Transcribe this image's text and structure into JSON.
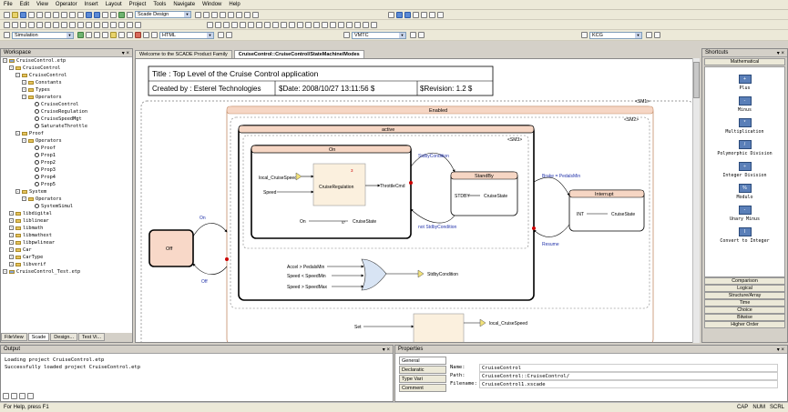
{
  "menu": [
    "File",
    "Edit",
    "View",
    "Operator",
    "Insert",
    "Layout",
    "Project",
    "Tools",
    "Navigate",
    "Window",
    "Help"
  ],
  "toolbar": {
    "design_combo": "Scade Design",
    "simulation_combo": "Simulation",
    "html_combo": "HTML",
    "vmtc_combo": "VMTC",
    "kcg_combo": "KCG"
  },
  "workspace": {
    "title": "Workspace",
    "tree": [
      {
        "text": "CruiseControl.etp",
        "level": 0,
        "icon": "project"
      },
      {
        "text": "CruiseControl",
        "level": 1,
        "icon": "folder"
      },
      {
        "text": "CruiseControl",
        "level": 2,
        "icon": "folder"
      },
      {
        "text": "Constants",
        "level": 3,
        "icon": "folder"
      },
      {
        "text": "Types",
        "level": 3,
        "icon": "folder"
      },
      {
        "text": "Operators",
        "level": 3,
        "icon": "folder"
      },
      {
        "text": "CruiseControl",
        "level": 4,
        "icon": "op"
      },
      {
        "text": "CruiseRegulation",
        "level": 4,
        "icon": "op"
      },
      {
        "text": "CruiseSpeedMgt",
        "level": 4,
        "icon": "op"
      },
      {
        "text": "SaturateThrottle",
        "level": 4,
        "icon": "op"
      },
      {
        "text": "Proof",
        "level": 2,
        "icon": "folder"
      },
      {
        "text": "Operators",
        "level": 3,
        "icon": "folder"
      },
      {
        "text": "Proof",
        "level": 4,
        "icon": "op"
      },
      {
        "text": "Prop1",
        "level": 4,
        "icon": "op"
      },
      {
        "text": "Prop2",
        "level": 4,
        "icon": "op"
      },
      {
        "text": "Prop3",
        "level": 4,
        "icon": "op"
      },
      {
        "text": "Prop4",
        "level": 4,
        "icon": "op"
      },
      {
        "text": "Prop5",
        "level": 4,
        "icon": "op"
      },
      {
        "text": "System",
        "level": 2,
        "icon": "folder"
      },
      {
        "text": "Operators",
        "level": 3,
        "icon": "folder"
      },
      {
        "text": "SystemSimul",
        "level": 4,
        "icon": "op"
      },
      {
        "text": "libdigital",
        "level": 1,
        "icon": "folder"
      },
      {
        "text": "liblinear",
        "level": 1,
        "icon": "folder"
      },
      {
        "text": "libmath",
        "level": 1,
        "icon": "folder"
      },
      {
        "text": "libmathext",
        "level": 1,
        "icon": "folder"
      },
      {
        "text": "libpwlinear",
        "level": 1,
        "icon": "folder"
      },
      {
        "text": "Car",
        "level": 1,
        "icon": "folder"
      },
      {
        "text": "CarType",
        "level": 1,
        "icon": "folder"
      },
      {
        "text": "libverif",
        "level": 1,
        "icon": "folder"
      },
      {
        "text": "CruiseControl_Test.etp",
        "level": 0,
        "icon": "project"
      }
    ],
    "tabs": [
      "FileView",
      "Scade",
      "Design...",
      "Test Vi..."
    ]
  },
  "doc_tabs": [
    "Welcome to the SCADE Product Family",
    "CruiseControl::CruiseControl/StateMachine/Modes"
  ],
  "diagram": {
    "title": "Title : Top Level of the Cruise Control application",
    "created_by": "Created by : Esterel Technologies",
    "date": "$Date: 2008/10/27 13:11:56 $",
    "revision": "$Revision: 1.2 $",
    "sm1": "<SM1>",
    "sm2": "<SM2>",
    "sm3": "<SM3>",
    "enabled": "Enabled",
    "active": "active",
    "on": "On",
    "off": "Off",
    "standby": "StandBy",
    "interrupt": "Interrupt",
    "cruise_regulation": "CruiseRegulation",
    "regulation_num": "3",
    "local_cruise_speed": "local_CruiseSpeed",
    "speed": "Speed",
    "throttle_cmd": "ThrottleCmd",
    "on_label": "On",
    "cruise_state": "CruiseState",
    "stdby": "STDBY",
    "int": "INT",
    "stdby_cond": "StdbyCondition",
    "stdby_cond2": "not StdbyCondition",
    "brake_guard": "Brake = PedalsMin",
    "resume": "Resume",
    "accel_guard": "Accel > PedalsMin",
    "speed_min": "Speed < SpeedMin",
    "speed_max": "Speed > SpeedMax",
    "stdby_condition_out": "StdbyCondition",
    "on_transition": "On",
    "off_transition": "Off",
    "set_label": "Set",
    "local_cruise_speed2": "local_CruiseSpeed"
  },
  "shortcuts": {
    "title": "Shortcuts",
    "category": "Mathematical",
    "items": [
      {
        "label": "Plus",
        "glyph": "+"
      },
      {
        "label": "Minus",
        "glyph": "-"
      },
      {
        "label": "Multiplication",
        "glyph": "*"
      },
      {
        "label": "Polymorphic Division",
        "glyph": "/"
      },
      {
        "label": "Integer Division",
        "glyph": "÷"
      },
      {
        "label": "Modulo",
        "glyph": "%"
      },
      {
        "label": "Unary Minus",
        "glyph": "-"
      },
      {
        "label": "Convert to Integer",
        "glyph": "I"
      }
    ],
    "categories": [
      "Comparison",
      "Logical",
      "Structure/Array",
      "Time",
      "Choice",
      "Bitwise",
      "Higher Order"
    ]
  },
  "output": {
    "title": "Output",
    "lines": [
      "Loading project CruiseControl.etp",
      "Successfully loaded project CruiseControl.etp"
    ]
  },
  "properties": {
    "title": "Properties",
    "tabs": [
      "General",
      "Declaratic",
      "Type Vari",
      "Comment"
    ],
    "rows": [
      {
        "key": "Name:",
        "value": "CruiseControl"
      },
      {
        "key": "Path:",
        "value": "CruiseControl::CruiseControl/"
      },
      {
        "key": "Filename:",
        "value": "CruiseControl1.xscade"
      }
    ]
  },
  "status": {
    "text": "For Help, press F1",
    "indicators": [
      "CAP",
      "NUM",
      "SCRL"
    ]
  }
}
